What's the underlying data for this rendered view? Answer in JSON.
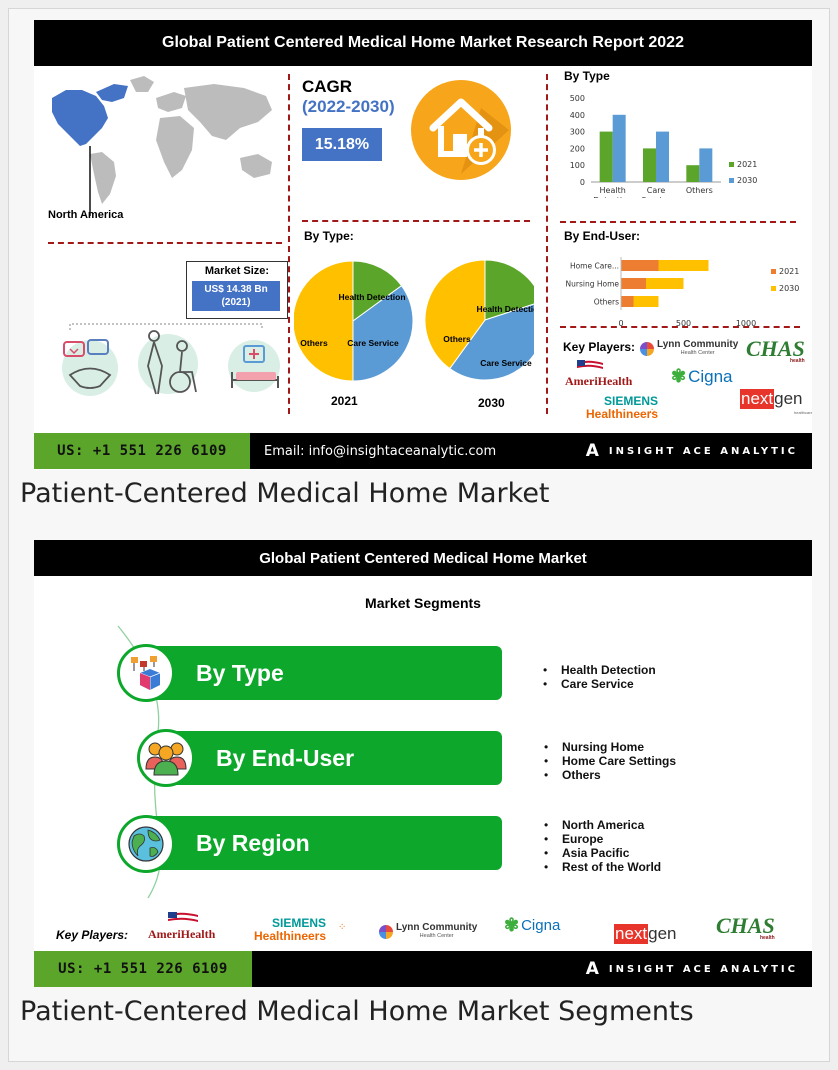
{
  "infographic1": {
    "title": "Global Patient Centered Medical Home Market Research Report 2022",
    "region_label": "North America",
    "cagr": {
      "label": "CAGR",
      "period": "(2022-2030)",
      "value": "15.18%"
    },
    "market_size": {
      "label": "Market Size:",
      "value": "US$ 14.38 Bn",
      "year": "(2021)"
    },
    "by_type_pie_title": "By Type:",
    "by_type_bar_title": "By Type",
    "by_end_user_title": "By End-User:",
    "key_players_label": "Key Players:",
    "phone": "US: +1 551 226 6109",
    "email": "Email: info@insightaceanalytic.com",
    "brand": "INSIGHT ACE ANALYTIC",
    "brand_mark": "A"
  },
  "caption1": "Patient-Centered Medical Home Market",
  "infographic2": {
    "title": "Global Patient Centered Medical Home Market",
    "subtitle": "Market Segments",
    "segments": [
      {
        "label": "By Type",
        "items": [
          "Health Detection",
          "Care Service"
        ]
      },
      {
        "label": "By End-User",
        "items": [
          "Nursing Home",
          "Home Care Settings",
          "Others"
        ]
      },
      {
        "label": "By Region",
        "items": [
          "North America",
          "Europe",
          "Asia Pacific",
          "Rest of the World"
        ]
      }
    ],
    "key_players_label": "Key Players:",
    "phone": "US: +1 551 226 6109",
    "brand": "INSIGHT ACE ANALYTIC",
    "brand_mark": "A"
  },
  "caption2": "Patient-Centered Medical Home Market Segments",
  "logos": {
    "amerihealth": "AmeriHealth",
    "siemens_top": "SIEMENS",
    "siemens_bottom": "Healthineers",
    "lynn_top": "Lynn Community",
    "lynn_bottom": "Health Center",
    "cigna": "Cigna",
    "nextgen_a": "next",
    "nextgen_b": "gen",
    "nextgen_sub": "healthcare",
    "chas": "CHAS",
    "chas_sub": "health"
  },
  "colors": {
    "green": "#5aa52a",
    "blue": "#5b9bd5",
    "yellow": "#ffc000",
    "orange": "#ed7d31",
    "accent_blue": "#4472c4",
    "segment_green": "#0da72b"
  },
  "chart_data": [
    {
      "type": "bar",
      "title": "By Type",
      "categories": [
        "Health Detection",
        "Care Service",
        "Others"
      ],
      "series": [
        {
          "name": "2021",
          "values": [
            300,
            200,
            100
          ]
        },
        {
          "name": "2030",
          "values": [
            400,
            300,
            200
          ]
        }
      ],
      "ylim": [
        0,
        500
      ],
      "yticks": [
        "0",
        "100",
        "200",
        "300",
        "400",
        "500"
      ],
      "grid": false,
      "legend": "right"
    },
    {
      "type": "bar",
      "orientation": "horizontal",
      "stacked": true,
      "title": "By End-User:",
      "categories": [
        "Home Care...",
        "Nursing Home",
        "Others"
      ],
      "series": [
        {
          "name": "2021",
          "values": [
            300,
            200,
            100
          ]
        },
        {
          "name": "2030",
          "values": [
            400,
            300,
            200
          ]
        }
      ],
      "xlim": [
        0,
        1000
      ],
      "xticks": [
        "0",
        "500",
        "1000"
      ],
      "legend": "right"
    },
    {
      "type": "pie",
      "title": "2021",
      "labels": [
        "Health Detection",
        "Care Service",
        "Others"
      ],
      "values": [
        15,
        35,
        50
      ]
    },
    {
      "type": "pie",
      "title": "2030",
      "labels": [
        "Health Detection",
        "Care Service",
        "Others"
      ],
      "values": [
        20,
        40,
        40
      ]
    }
  ]
}
